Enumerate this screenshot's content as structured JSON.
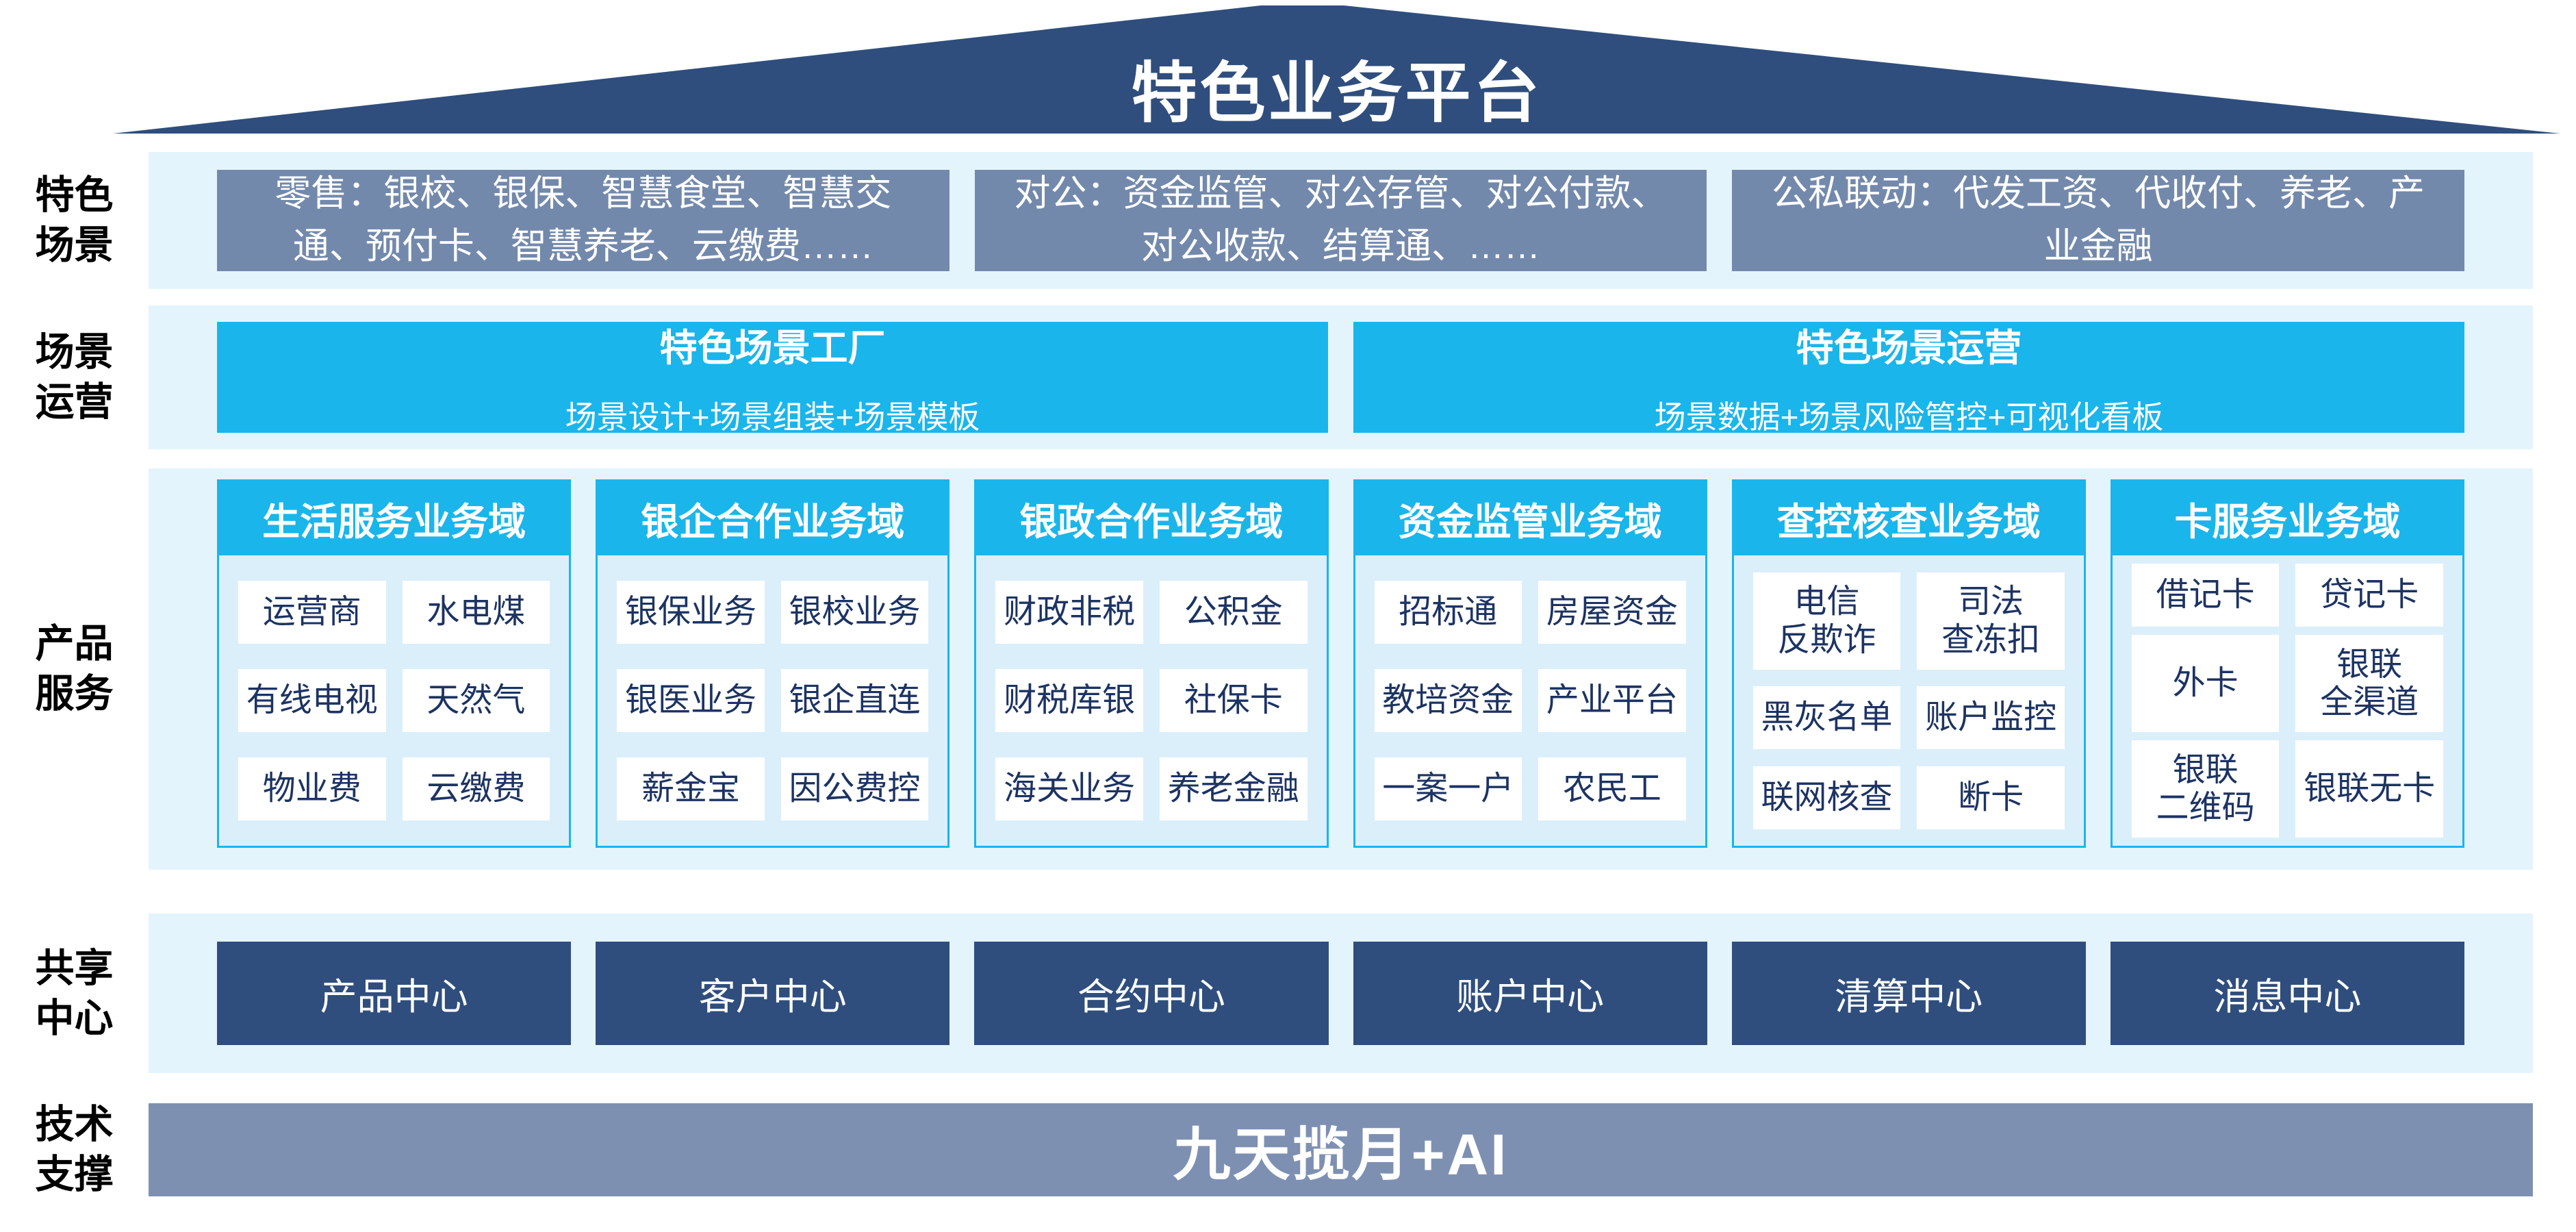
{
  "title": "特色业务平台",
  "colors": {
    "roof_navy": "#2F4E7D",
    "slate_blue": "#7389AC",
    "band_pale_blue": "#E4F4FC",
    "cyan": "#1AB5EB",
    "column_body_blue": "#DBEFFA",
    "item_text_navy": "#1C3363",
    "bottom_slate": "#7E90B2"
  },
  "sections": {
    "scenes": {
      "label": "特色\n场景",
      "boxes": [
        "零售：银校、银保、智慧食堂、智慧交通、预付卡、智慧养老、云缴费……",
        "对公：资金监管、对公存管、对公付款、对公收款、结算通、……",
        "公私联动：代发工资、代收付、养老、产业金融"
      ]
    },
    "operation": {
      "label": "场景\n运营",
      "factory": {
        "title": "特色场景工厂",
        "subtitle": "场景设计+场景组装+场景模板"
      },
      "ops": {
        "title": "特色场景运营",
        "subtitle": "场景数据+场景风险管控+可视化看板"
      }
    },
    "products": {
      "label": "产品\n服务",
      "columns": [
        {
          "header": "生活服务业务域",
          "items": [
            "运营商",
            "水电煤",
            "有线电视",
            "天然气",
            "物业费",
            "云缴费"
          ]
        },
        {
          "header": "银企合作业务域",
          "items": [
            "银保业务",
            "银校业务",
            "银医业务",
            "银企直连",
            "薪金宝",
            "因公费控"
          ]
        },
        {
          "header": "银政合作业务域",
          "items": [
            "财政非税",
            "公积金",
            "财税库银",
            "社保卡",
            "海关业务",
            "养老金融"
          ]
        },
        {
          "header": "资金监管业务域",
          "items": [
            "招标通",
            "房屋资金",
            "教培资金",
            "产业平台",
            "一案一户",
            "农民工"
          ]
        },
        {
          "header": "查控核查业务域",
          "items": [
            "电信\n反欺诈",
            "司法\n查冻扣",
            "黑灰名单",
            "账户监控",
            "联网核查",
            "断卡"
          ]
        },
        {
          "header": "卡服务业务域",
          "items": [
            "借记卡",
            "贷记卡",
            "外卡",
            "银联\n全渠道",
            "银联\n二维码",
            "银联无卡"
          ]
        }
      ]
    },
    "sharing": {
      "label": "共享\n中心",
      "centers": [
        "产品中心",
        "客户中心",
        "合约中心",
        "账户中心",
        "清算中心",
        "消息中心"
      ]
    },
    "tech": {
      "label": "技术\n支撑",
      "platform": "九天揽月+AI"
    }
  }
}
